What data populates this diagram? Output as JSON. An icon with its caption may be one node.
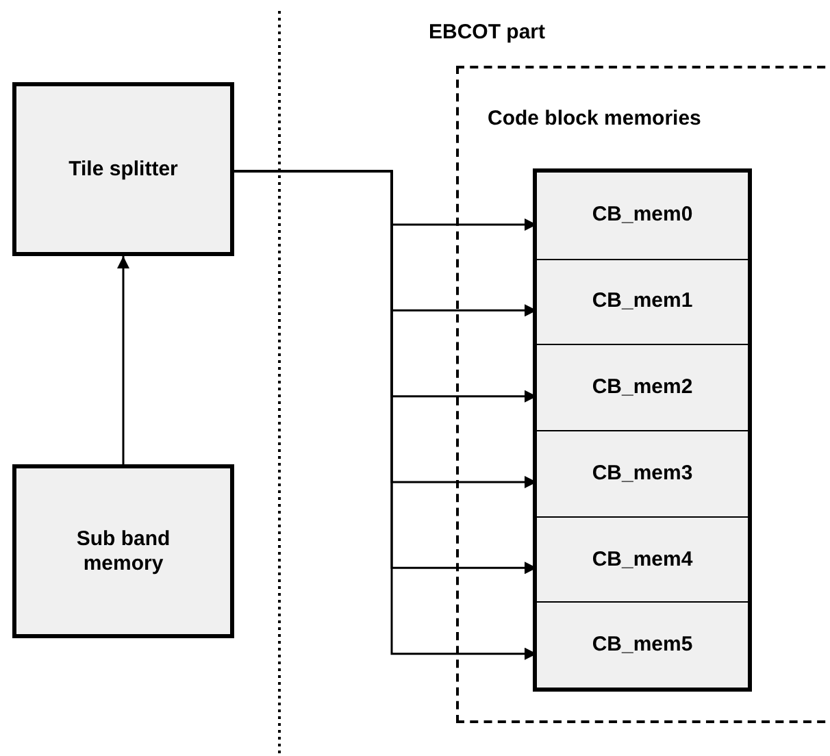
{
  "diagram": {
    "nodes": [
      {
        "text": [
          "Tile splitter"
        ]
      },
      {
        "text": [
          "Sub band memory"
        ]
      },
      {
        "text": [
          "EBCOT part",
          "Code block memories"
        ]
      },
      {
        "text": [],
        "shape": "box",
        "in": 2
      },
      {
        "text": [
          "CB_mem0"
        ],
        "in": 3
      },
      {
        "text": [
          "CB_mem1"
        ],
        "in": 3
      },
      {
        "text": [
          "CB_mem2"
        ],
        "in": 3
      },
      {
        "text": [
          "CB_mem3"
        ],
        "in": 3
      },
      {
        "text": [
          "CB_mem4"
        ],
        "in": 3
      },
      {
        "text": [
          "CB_mem5"
        ],
        "in": 3
      }
    ],
    "edges": [
      {
        "from": 1,
        "to": 0,
        "arrow": "to"
      },
      {
        "from": 0,
        "to": 4,
        "arrow": "to"
      },
      {
        "from": 0,
        "to": 5,
        "arrow": "to"
      },
      {
        "from": 0,
        "to": 6,
        "arrow": "to"
      },
      {
        "from": 0,
        "to": 7,
        "arrow": "to"
      },
      {
        "from": 0,
        "to": 8,
        "arrow": "to"
      },
      {
        "from": 0,
        "to": 9,
        "arrow": "to"
      }
    ]
  }
}
